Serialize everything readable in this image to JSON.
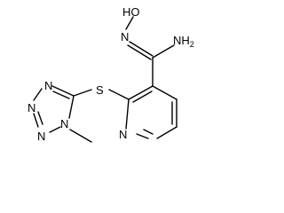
{
  "atom_labels": {
    "hydroxyl": "HO",
    "oxime_nitrogen": "N",
    "amine": "NH",
    "amine_subscript": "2",
    "sulfur": "S",
    "pyridine_nitrogen": "N",
    "tetrazole_n1": "N",
    "tetrazole_n2": "N",
    "tetrazole_n3": "N",
    "tetrazole_n4": "N"
  },
  "colors": {
    "bond": "#000000",
    "text": "#000000",
    "background": "#ffffff"
  }
}
